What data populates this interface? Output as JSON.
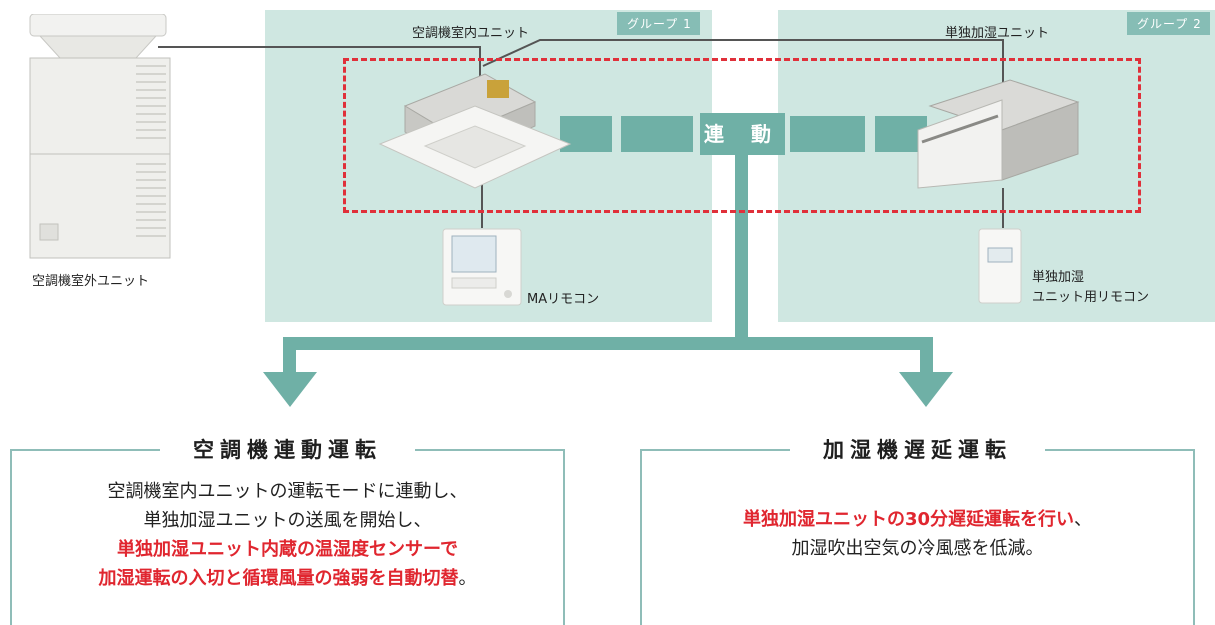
{
  "groups": [
    {
      "tag": "グループ 1",
      "unit_label": "空調機室内ユニット",
      "remote_label": "MAリモコン"
    },
    {
      "tag": "グループ 2",
      "unit_label": "単独加湿ユニット",
      "remote_label_line1": "単独加湿",
      "remote_label_line2": "ユニット用リモコン"
    }
  ],
  "outdoor_unit_label": "空調機室外ユニット",
  "link_label": "連 動",
  "panels": [
    {
      "title": "空調機連動運転",
      "lines": [
        {
          "text": "空調機室内ユニットの運転モードに連動し、",
          "emphasis": false
        },
        {
          "text": "単独加湿ユニットの送風を開始し、",
          "emphasis": false
        },
        {
          "text": "単独加湿ユニット内蔵の温湿度センサーで",
          "emphasis": true
        },
        {
          "text": "加湿運転の入切と循環風量の強弱を自動切替",
          "emphasis": true,
          "suffix": "。"
        }
      ]
    },
    {
      "title": "加湿機遅延運転",
      "lines": [
        {
          "text": "単独加湿ユニットの30分遅延運転を行い",
          "emphasis": true,
          "suffix": "、"
        },
        {
          "text": "加湿吹出空気の冷風感を低減。",
          "emphasis": false
        }
      ]
    }
  ],
  "colors": {
    "group_bg": "#cfe7e1",
    "band": "#6fb0a6",
    "accent_red": "#e0303a",
    "tag_bg": "#86bdb5"
  }
}
